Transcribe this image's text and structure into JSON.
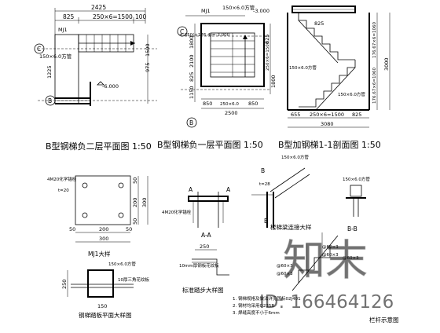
{
  "drawing": {
    "captions": {
      "plan_2f": "B型钢梯负二层平面图 1:50",
      "plan_1f": "B型钢梯负一层平面图 1:50",
      "section": "B型加钢梯1-1剖面图 1:50",
      "mj1": "MJ1大样",
      "aa": "A-A",
      "stair_beam": "楼梯梁连接大样",
      "bb": "B-B",
      "tread": "标准踏步大样图",
      "plate": "钢梯踏板平面大样图",
      "rail": "栏杆示意图"
    },
    "plan_2f": {
      "dims_top": [
        "2425",
        "825",
        "250×6=1500",
        "100"
      ],
      "dims_right": [
        "1500",
        "975"
      ],
      "dims_left": [
        "1225"
      ],
      "level": "-6.000",
      "axis_c": "C",
      "axis_b": "B",
      "mj1": "MJ1",
      "tube_note": "150×6.0方管"
    },
    "plan_1f": {
      "level_top": "-3.000",
      "level_note": "=-850(+176.4)=-3.000",
      "mj1": "MJ1",
      "dims_left": [
        "1800",
        "2100",
        "825",
        "1150"
      ],
      "dims_right": [
        "825",
        "250×6=1500",
        "1800"
      ],
      "dims_bottom": [
        "850",
        "250×6.0",
        "850"
      ],
      "dims_total": "2500",
      "axis_c": "C",
      "axis_b": "B",
      "tube_note": "150×6.0方管"
    },
    "section": {
      "dims_bottom": [
        "655",
        "250×6=1500",
        "825"
      ],
      "dims_total": "3080",
      "dims_right_outer": "3000",
      "dims_right_1": "176.67×6=1060",
      "dims_right_2": "176.67×6=1060",
      "dim_825": "825",
      "tube_note_1": "150×6.0方管",
      "tube_note_2": "150×6.0方管"
    },
    "mj1_detail": {
      "bolt_note": "4M20化学锚栓",
      "t_note": "t=20",
      "dims_bottom": [
        "50",
        "200",
        "50"
      ],
      "dims_total": "300",
      "dims_right": [
        "50",
        "200",
        "50"
      ],
      "dims_right_total": "300"
    },
    "aa_detail": {
      "bolt_note": "4M20化学锚栓",
      "label": "A"
    },
    "stair_beam_detail": {
      "tube_note": "150×6.0方管",
      "t_note": "t=28",
      "label": "B"
    },
    "bb_detail": {
      "note_1": "150×6.0方管",
      "note_2": "@60×3",
      "note_3": "@60×3"
    },
    "tread_detail": {
      "dim": "250",
      "note": "10mm厚钢板花纹板"
    },
    "plate_detail": {
      "tube_note": "150×6.0方管",
      "plate_note": "10厚三角花纹板",
      "dim_1": "250",
      "dim_2": "150"
    },
    "notes": {
      "n1": "1. 钢梯规格及做法详见国标02J401",
      "n2": "2. 钢材均采用Q235B",
      "n3": "3. 焊缝高度不小于6mm"
    },
    "rail_detail": {
      "note_1": "@60×3",
      "note_2": "@60×3",
      "note_3": "@60×3"
    },
    "watermark": {
      "brand": "知末",
      "id": "ID: 166464126"
    }
  }
}
